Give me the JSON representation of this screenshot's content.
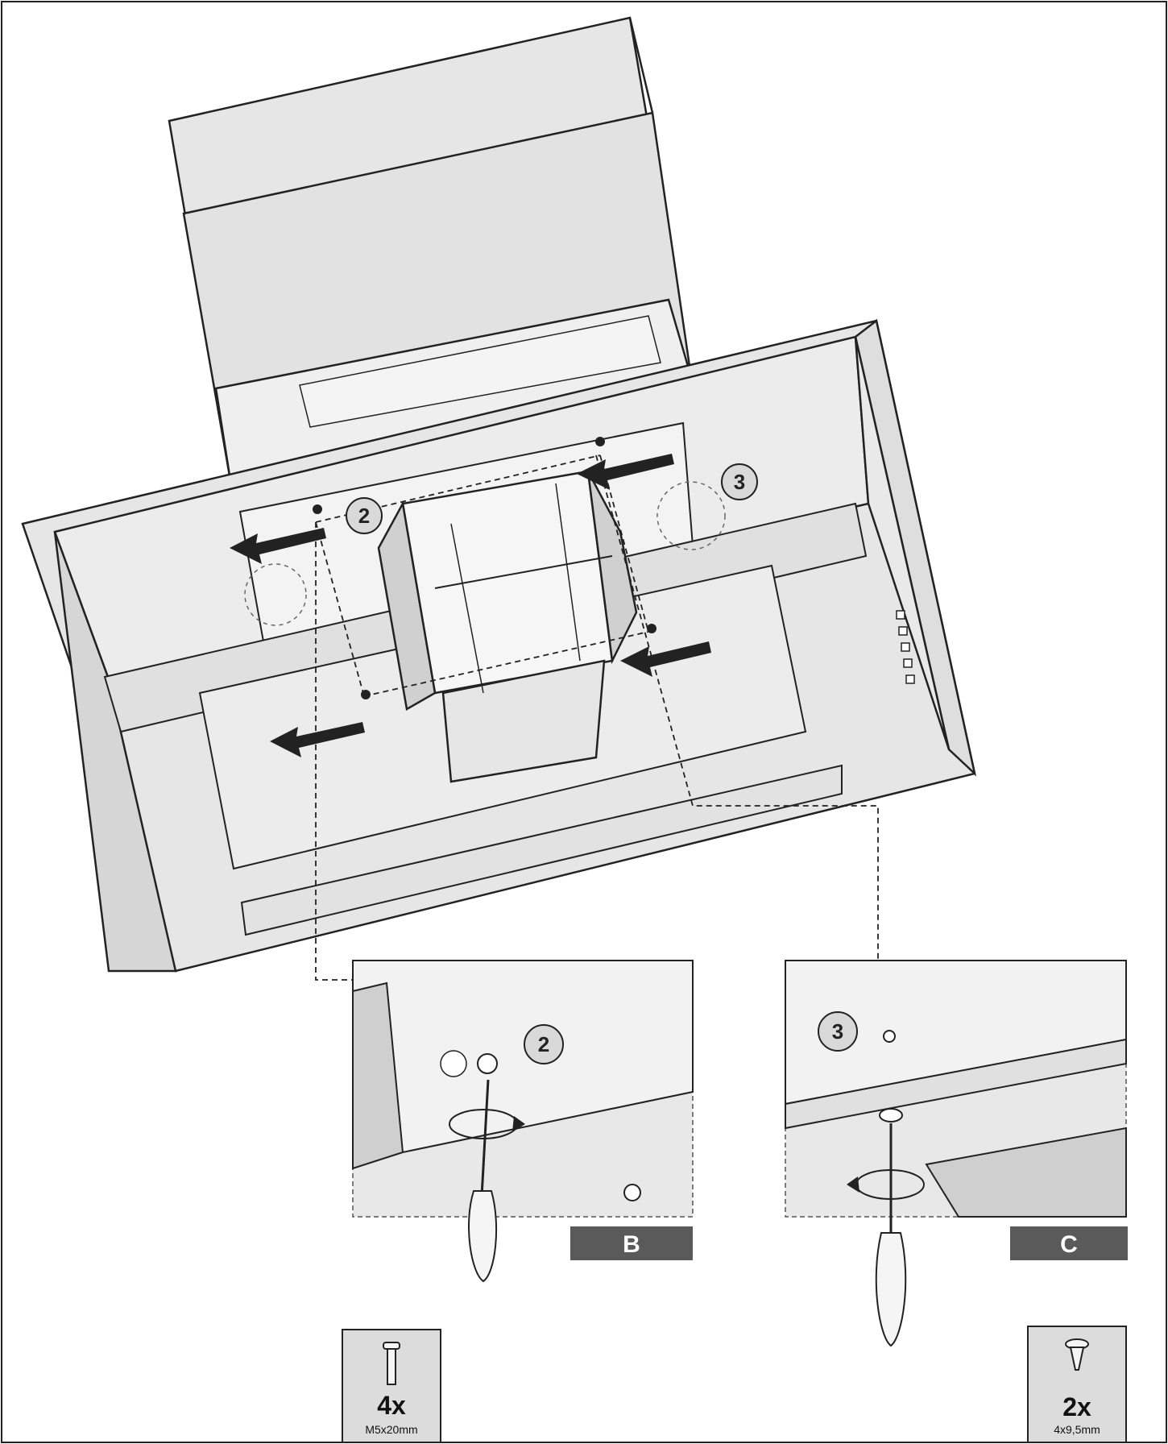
{
  "steps": {
    "step2_main": "2",
    "step3_main": "3",
    "step2_detail": "2",
    "step3_detail": "3"
  },
  "panels": {
    "b_label": "B",
    "c_label": "C"
  },
  "screws": {
    "left": {
      "qty": "4x",
      "spec": "M5x20mm"
    },
    "right": {
      "qty": "2x",
      "spec": "4x9,5mm"
    }
  },
  "colors": {
    "body_fill": "#e6e6e6",
    "line": "#222222",
    "badge_fill": "#d9d9d9",
    "panel_label_bg": "#5a5a5a",
    "screw_box_bg": "#dcdcdc"
  }
}
